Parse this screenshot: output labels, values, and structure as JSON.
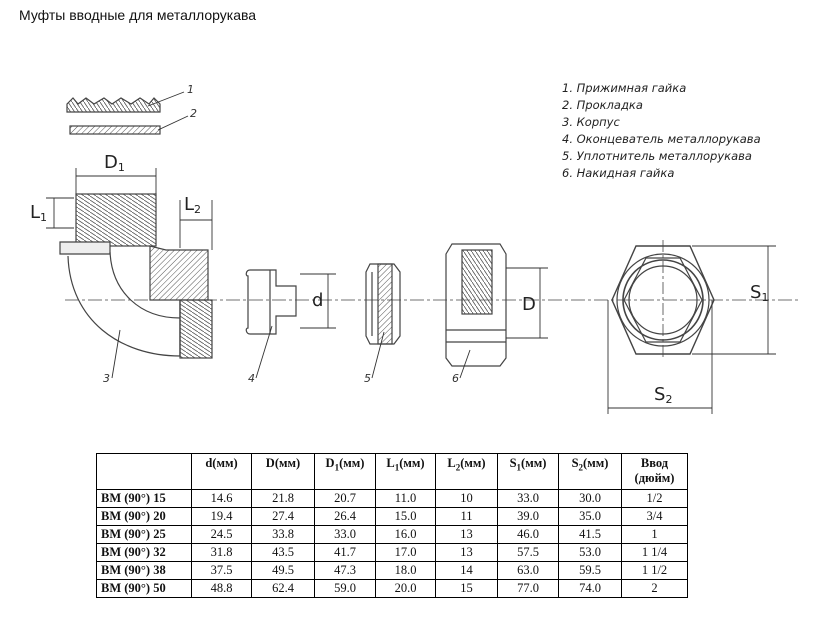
{
  "title": "Муфты вводные для металлорукава",
  "legend": [
    "1. Прижимная гайка",
    "2. Прокладка",
    "3. Корпус",
    "4. Оконцеватель металлорукава",
    "5. Уплотнитель металлорукава",
    "6. Накидная гайка"
  ],
  "drawing": {
    "part_numbers": [
      "1",
      "2",
      "3",
      "4",
      "5",
      "6"
    ],
    "dims": {
      "D1": "D",
      "D1_sub": "1",
      "L1": "L",
      "L1_sub": "1",
      "L2": "L",
      "L2_sub": "2",
      "d": "d",
      "D": "D",
      "S1": "S",
      "S1_sub": "1",
      "S2": "S",
      "S2_sub": "2"
    }
  },
  "table": {
    "headers": [
      {
        "main": "",
        "sub": "",
        "tail": ""
      },
      {
        "main": "d",
        "sub": "",
        "tail": "(мм)"
      },
      {
        "main": "D",
        "sub": "",
        "tail": "(мм)"
      },
      {
        "main": "D",
        "sub": "1",
        "tail": "(мм)"
      },
      {
        "main": "L",
        "sub": "1",
        "tail": "(мм)"
      },
      {
        "main": "L",
        "sub": "2",
        "tail": "(мм)"
      },
      {
        "main": "S",
        "sub": "1",
        "tail": "(мм)"
      },
      {
        "main": "S",
        "sub": "2",
        "tail": "(мм)"
      },
      {
        "main": "Ввод",
        "sub": "",
        "tail": "(дюйм)"
      }
    ],
    "rows": [
      [
        "ВМ (90°) 15",
        "14.6",
        "21.8",
        "20.7",
        "11.0",
        "10",
        "33.0",
        "30.0",
        "1/2"
      ],
      [
        "ВМ (90°) 20",
        "19.4",
        "27.4",
        "26.4",
        "15.0",
        "11",
        "39.0",
        "35.0",
        "3/4"
      ],
      [
        "ВМ (90°) 25",
        "24.5",
        "33.8",
        "33.0",
        "16.0",
        "13",
        "46.0",
        "41.5",
        "1"
      ],
      [
        "ВМ (90°) 32",
        "31.8",
        "43.5",
        "41.7",
        "17.0",
        "13",
        "57.5",
        "53.0",
        "1 1/4"
      ],
      [
        "ВМ (90°) 38",
        "37.5",
        "49.5",
        "47.3",
        "18.0",
        "14",
        "63.0",
        "59.5",
        "1 1/2"
      ],
      [
        "ВМ (90°) 50",
        "48.8",
        "62.4",
        "59.0",
        "20.0",
        "15",
        "77.0",
        "74.0",
        "2"
      ]
    ]
  }
}
